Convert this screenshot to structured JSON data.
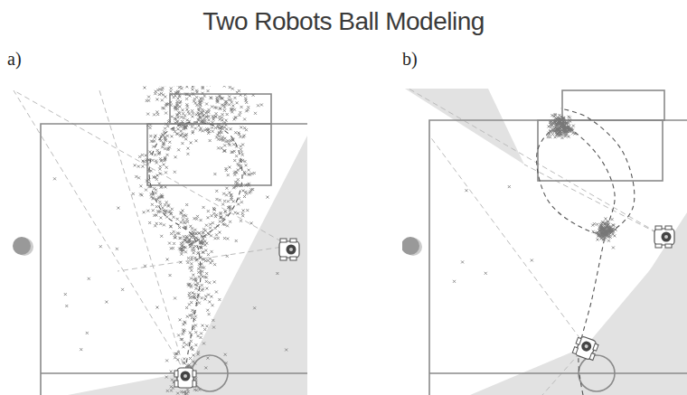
{
  "diagram": {
    "title": "Two Robots Ball Modeling",
    "labels": [
      "a)",
      "b)"
    ]
  }
}
